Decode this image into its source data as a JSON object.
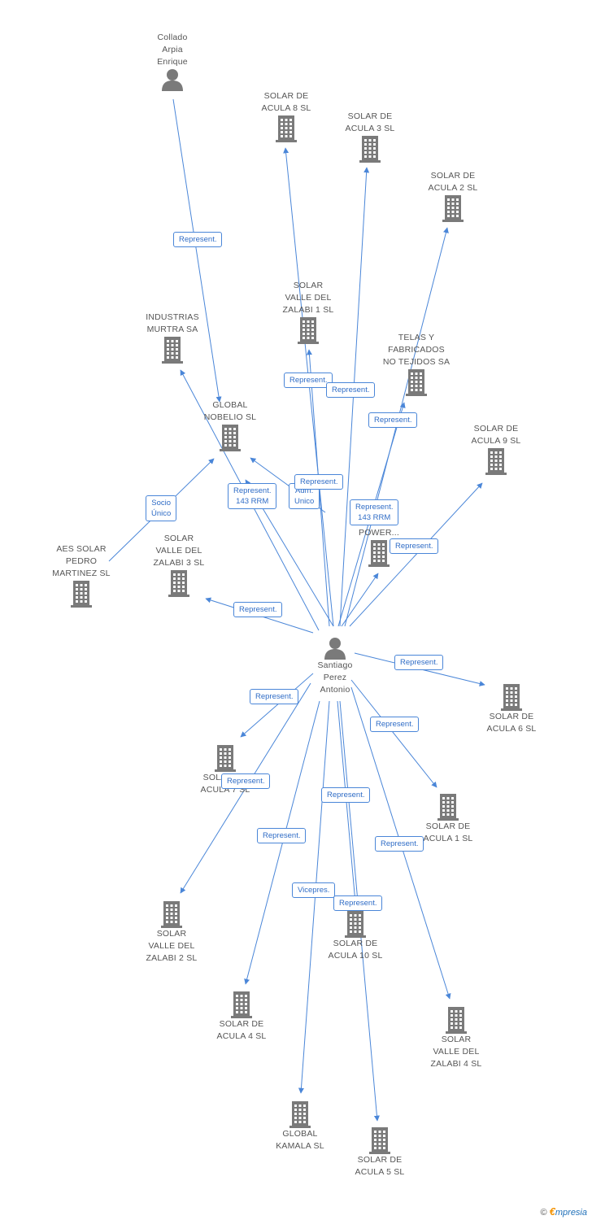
{
  "nodes": [
    {
      "id": "collado",
      "label": "Collado\nArpia\nEnrique",
      "type": "person"
    },
    {
      "id": "acula8",
      "label": "SOLAR DE\nACULA 8 SL",
      "type": "company"
    },
    {
      "id": "acula3",
      "label": "SOLAR DE\nACULA 3 SL",
      "type": "company"
    },
    {
      "id": "acula2",
      "label": "SOLAR DE\nACULA 2 SL",
      "type": "company"
    },
    {
      "id": "zalabi1",
      "label": "SOLAR\nVALLE DEL\nZALABI 1 SL",
      "type": "company"
    },
    {
      "id": "murtra",
      "label": "INDUSTRIAS\nMURTRA SA",
      "type": "company"
    },
    {
      "id": "telas",
      "label": "TELAS Y\nFABRICADOS\nNO TEJIDOS SA",
      "type": "company"
    },
    {
      "id": "nobelio",
      "label": "GLOBAL\nNOBELIO SL",
      "type": "company"
    },
    {
      "id": "acula9",
      "label": "SOLAR DE\nACULA 9 SL",
      "type": "company"
    },
    {
      "id": "power",
      "label": "POWER...",
      "type": "company"
    },
    {
      "id": "zalabi3",
      "label": "SOLAR\nVALLE DEL\nZALABI 3 SL",
      "type": "company"
    },
    {
      "id": "aes",
      "label": "AES SOLAR\nPEDRO\nMARTINEZ SL",
      "type": "company"
    },
    {
      "id": "santiago",
      "label": "Santiago\nPerez\nAntonio",
      "type": "person"
    },
    {
      "id": "acula6",
      "label": "SOLAR DE\nACULA 6 SL",
      "type": "company"
    },
    {
      "id": "acula7",
      "label": "SOLAR DE\nACULA 7 SL",
      "type": "company"
    },
    {
      "id": "acula1",
      "label": "SOLAR DE\nACULA 1 SL",
      "type": "company"
    },
    {
      "id": "zalabi2",
      "label": "SOLAR\nVALLE DEL\nZALABI 2 SL",
      "type": "company"
    },
    {
      "id": "acula10",
      "label": "SOLAR DE\nACULA 10 SL",
      "type": "company"
    },
    {
      "id": "acula4",
      "label": "SOLAR DE\nACULA 4 SL",
      "type": "company"
    },
    {
      "id": "zalabi4",
      "label": "SOLAR\nVALLE DEL\nZALABI 4 SL",
      "type": "company"
    },
    {
      "id": "kamala",
      "label": "GLOBAL\nKAMALA SL",
      "type": "company"
    },
    {
      "id": "acula5",
      "label": "SOLAR DE\nACULA 5 SL",
      "type": "company"
    }
  ],
  "edges": [
    {
      "from": "collado",
      "to": "nobelio",
      "label": "Represent."
    },
    {
      "from": "santiago",
      "to": "acula8",
      "label": "Represent."
    },
    {
      "from": "santiago",
      "to": "acula3",
      "label": "Represent."
    },
    {
      "from": "santiago",
      "to": "acula2",
      "label": "Represent."
    },
    {
      "from": "santiago",
      "to": "zalabi1",
      "label": "Represent."
    },
    {
      "from": "santiago",
      "to": "murtra",
      "label": "Represent.\n143 RRM"
    },
    {
      "from": "santiago",
      "to": "telas",
      "label": "Represent."
    },
    {
      "from": "santiago",
      "to": "nobelio",
      "label": "Adm.\nUnico"
    },
    {
      "from": "santiago",
      "to": "acula9",
      "label": "Represent."
    },
    {
      "from": "santiago",
      "to": "power",
      "label": "Represent.\n143 RRM"
    },
    {
      "from": "santiago",
      "to": "zalabi3",
      "label": "Represent."
    },
    {
      "from": "aes",
      "to": "nobelio",
      "label": "Socio\nÚnico"
    },
    {
      "from": "santiago",
      "to": "acula6",
      "label": "Represent."
    },
    {
      "from": "santiago",
      "to": "acula7",
      "label": "Represent."
    },
    {
      "from": "santiago",
      "to": "acula1",
      "label": "Represent."
    },
    {
      "from": "santiago",
      "to": "zalabi2",
      "label": "Represent."
    },
    {
      "from": "santiago",
      "to": "acula10",
      "label": "Represent."
    },
    {
      "from": "santiago",
      "to": "acula4",
      "label": "Represent."
    },
    {
      "from": "santiago",
      "to": "zalabi4",
      "label": "Represent."
    },
    {
      "from": "santiago",
      "to": "kamala",
      "label": "Vicepres."
    },
    {
      "from": "santiago",
      "to": "acula5",
      "label": "Represent."
    },
    {
      "from": "santiago",
      "to": "nobelio",
      "label": "Represent."
    }
  ],
  "brand": {
    "copyright": "©",
    "e": "€",
    "rest": "mpresia"
  },
  "colors": {
    "edge": "#4a86d8",
    "icon": "#7a7a7a",
    "label": "#555555"
  }
}
